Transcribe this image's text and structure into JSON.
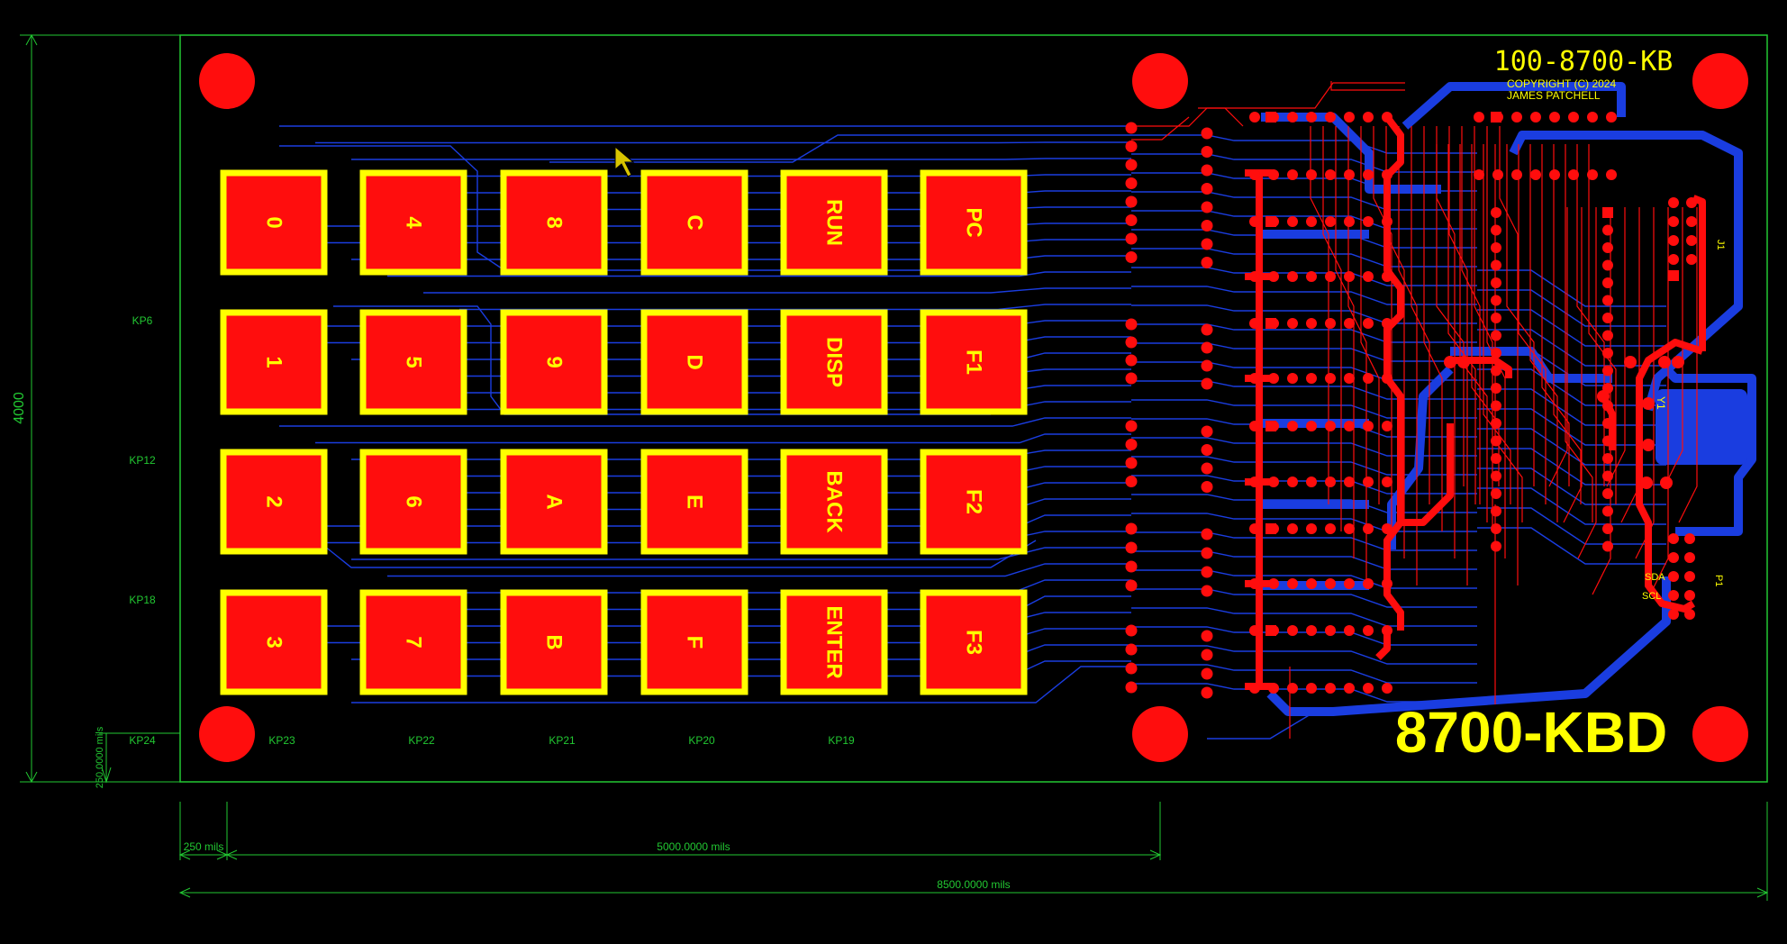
{
  "colors": {
    "background": "#000000",
    "outline": "#22c832",
    "pad": "#ff0d0d",
    "trace_top": "#ff0d0d",
    "trace_bottom": "#1a3de0",
    "silk": "#ffff00",
    "cursor": "#d8c400"
  },
  "board": {
    "part_number": "100-8700-KB",
    "copyright": "COPYRIGHT (C) 2024",
    "author": "JAMES PATCHELL",
    "big_title": "8700-KBD"
  },
  "keys": {
    "row0": [
      "0",
      "4",
      "8",
      "C",
      "RUN",
      "PC"
    ],
    "row1": [
      "1",
      "5",
      "9",
      "D",
      "DISP",
      "F1"
    ],
    "row2": [
      "2",
      "6",
      "A",
      "E",
      "BACK",
      "F2"
    ],
    "row3": [
      "3",
      "7",
      "B",
      "F",
      "ENTER",
      "F3"
    ]
  },
  "kp_labels": {
    "side": [
      "KP6",
      "KP12",
      "KP18",
      "KP24"
    ],
    "bottom": [
      "KP23",
      "KP22",
      "KP21",
      "KP20",
      "KP19"
    ]
  },
  "connectors": {
    "j1": "J1",
    "p1": "P1",
    "y1": "Y1",
    "sda": "SDA",
    "scl": "SCL"
  },
  "dimensions": {
    "height": "4000",
    "small_vertical": "250.0000 mils",
    "left_margin": "250 mils",
    "key_span": "5000.0000 mils",
    "total_width": "8500.0000 mils"
  },
  "icons": {
    "mounting_hole": "mounting-hole-icon",
    "cursor": "mouse-cursor-icon"
  }
}
